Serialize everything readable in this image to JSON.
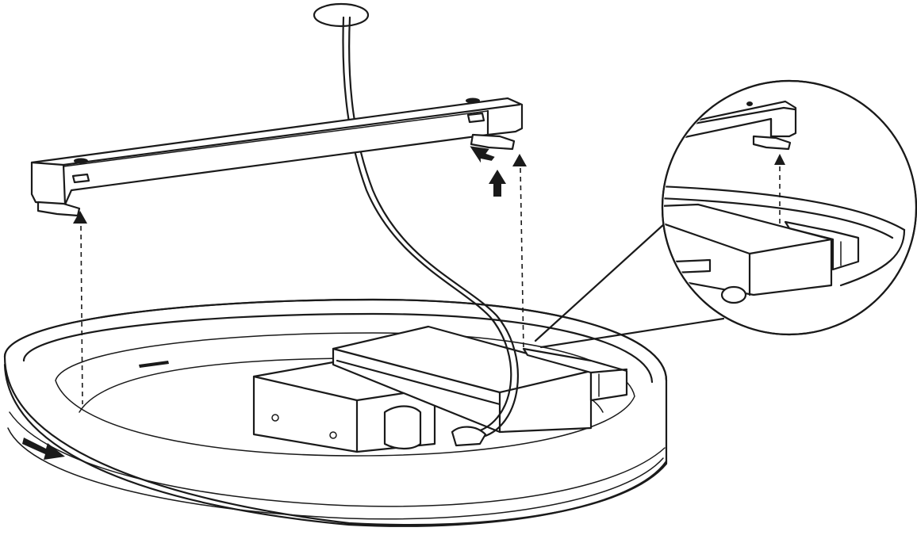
{
  "diagram": {
    "type": "installation-illustration",
    "subject": "ceiling-light-mounting",
    "parts": [
      "ceiling-canopy",
      "power-cable",
      "mounting-bracket",
      "bracket-clips",
      "lamp-base-ring",
      "driver-box",
      "terminal-block",
      "detail-magnifier"
    ],
    "arrows": [
      "clip-engage-arrow-left",
      "clip-engage-arrow-right",
      "slide-arrow",
      "push-up-arrow",
      "rotate-arrow",
      "detail-clip-arrow"
    ],
    "colors": {
      "stroke": "#1a1a1a",
      "background": "#ffffff"
    }
  }
}
